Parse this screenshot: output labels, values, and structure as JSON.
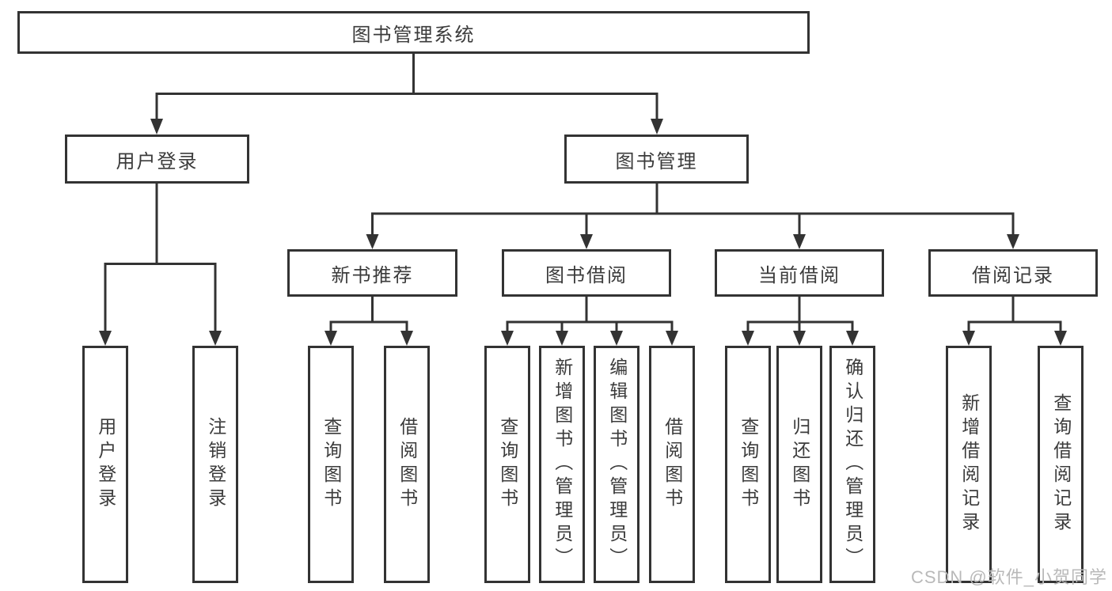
{
  "diagram_title": "图书管理系统",
  "nodes": {
    "root": "图书管理系统",
    "user_login": "用户登录",
    "book_management": "图书管理",
    "new_book_recommend": "新书推荐",
    "book_borrow": "图书借阅",
    "current_borrow": "当前借阅",
    "borrow_records": "借阅记录",
    "leaf_user_login": "用户登录",
    "leaf_logout": "注销登录",
    "leaf_query_books_recommend": "查询图书",
    "leaf_borrow_books_recommend": "借阅图书",
    "leaf_query_books_borrow": "查询图书",
    "leaf_add_books_admin": "新增图书（管理员）",
    "leaf_edit_books_admin": "编辑图书（管理员）",
    "leaf_borrow_books_borrow": "借阅图书",
    "leaf_query_books_current": "查询图书",
    "leaf_return_books": "归还图书",
    "leaf_confirm_return_admin": "确认归还（管理员）",
    "leaf_add_borrow_record": "新增借阅记录",
    "leaf_query_borrow_record": "查询借阅记录"
  },
  "watermark": "CSDN @软件_小贺同学",
  "colors": {
    "line": "#333333",
    "box_border": "#333333",
    "text": "#3b3b3b",
    "watermark": "#b9b9b9",
    "background": "#ffffff"
  },
  "tree": {
    "root": "图书管理系统",
    "children": [
      {
        "label": "用户登录",
        "children": [
          "用户登录",
          "注销登录"
        ]
      },
      {
        "label": "图书管理",
        "children": [
          {
            "label": "新书推荐",
            "children": [
              "查询图书",
              "借阅图书"
            ]
          },
          {
            "label": "图书借阅",
            "children": [
              "查询图书",
              "新增图书（管理员）",
              "编辑图书（管理员）",
              "借阅图书"
            ]
          },
          {
            "label": "当前借阅",
            "children": [
              "查询图书",
              "归还图书",
              "确认归还（管理员）"
            ]
          },
          {
            "label": "借阅记录",
            "children": [
              "新增借阅记录",
              "查询借阅记录"
            ]
          }
        ]
      }
    ]
  }
}
